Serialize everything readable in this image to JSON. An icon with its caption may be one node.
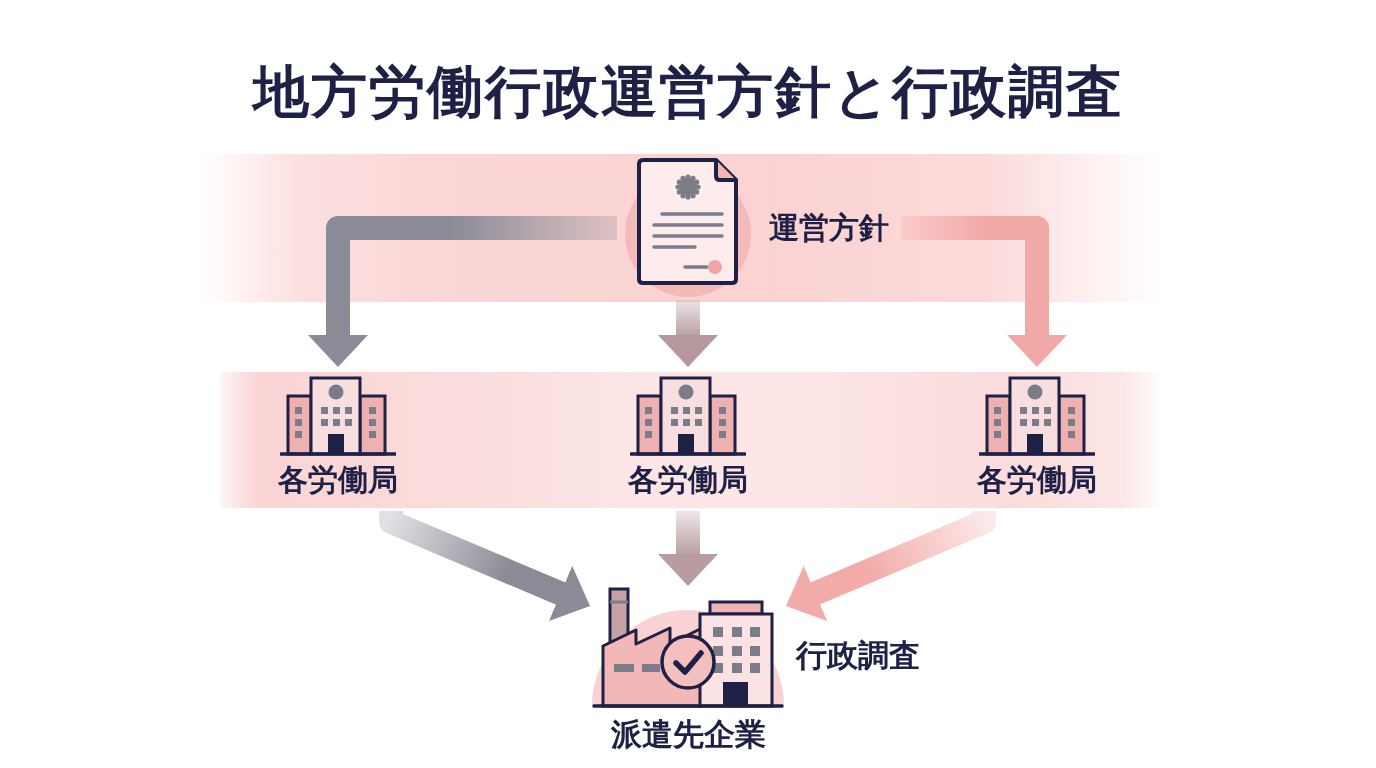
{
  "diagram": {
    "title": "地方労働行政運営方針と行政調査",
    "nodes": [
      {
        "text": [],
        "shape": "band"
      },
      {
        "text": [
          "運営方針"
        ],
        "in": 0
      },
      {
        "text": [],
        "shape": "band"
      },
      {
        "text": [
          "各労働局"
        ],
        "in": 2
      },
      {
        "text": [
          "各労働局"
        ],
        "in": 2
      },
      {
        "text": [
          "各労働局"
        ],
        "in": 2
      },
      {
        "text": [
          "派遣先企業"
        ],
        "beside": [
          "行政調査"
        ]
      }
    ],
    "edges": [
      {
        "from": 1,
        "to": 3,
        "arrow": "to",
        "color": "#8a8b96"
      },
      {
        "from": 1,
        "to": 4,
        "arrow": "to",
        "color": "#b4989d"
      },
      {
        "from": 1,
        "to": 5,
        "arrow": "to",
        "color": "#f1a9a7"
      },
      {
        "from": 3,
        "to": 6,
        "arrow": "to",
        "color": "#8a8b96"
      },
      {
        "from": 4,
        "to": 6,
        "arrow": "to",
        "color": "#b89ca0"
      },
      {
        "from": 5,
        "to": 6,
        "arrow": "to",
        "color": "#f2aba8"
      }
    ]
  }
}
